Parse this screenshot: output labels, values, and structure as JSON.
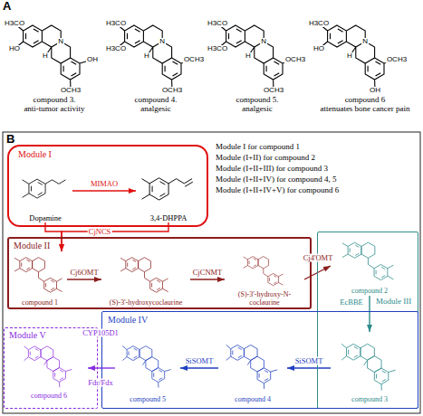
{
  "diagram": {
    "nodes": [
      {
        "text": [
          "compound 3.",
          "anti-tumor activity"
        ]
      },
      {
        "text": [
          "compound 4.",
          "analgesic"
        ]
      },
      {
        "text": [
          "compound 5.",
          "analgesic"
        ]
      },
      {
        "text": [
          "compound 6",
          "attenuates bone cancer pain"
        ]
      },
      {
        "text": [
          "Module I"
        ]
      },
      {
        "text": [
          "Dopamine"
        ],
        "in": 4
      },
      {
        "text": [
          "3,4-DHPPA"
        ],
        "in": 4
      },
      {
        "text": [
          "Module II"
        ]
      },
      {
        "text": [
          "compound 1"
        ],
        "in": 7
      },
      {
        "text": [
          "(S)-3'-hydroxycoclaurine"
        ],
        "in": 7
      },
      {
        "text": [
          "(S)-3'-hydroxy-N-coclaurine"
        ],
        "in": 7
      },
      {
        "text": [
          "Module III"
        ]
      },
      {
        "text": [
          "compound 2"
        ],
        "in": 11
      },
      {
        "text": [
          "compound 3"
        ],
        "in": 11
      },
      {
        "text": [
          "Module IV"
        ]
      },
      {
        "text": [
          "compound 4"
        ],
        "in": 14
      },
      {
        "text": [
          "compound 5"
        ],
        "in": 14
      },
      {
        "text": [
          "Module V"
        ]
      },
      {
        "text": [
          "compound 6"
        ],
        "in": 17
      }
    ],
    "edges": [
      {
        "from": 5,
        "to": 6,
        "arrow": "to",
        "label": "MIMAO"
      },
      {
        "from": 5,
        "to": 8,
        "arrow": "to",
        "label": "CjNCS"
      },
      {
        "from": 6,
        "to": 8,
        "arrow": "to"
      },
      {
        "from": 8,
        "to": 9,
        "arrow": "to",
        "label": "Cj6OMT"
      },
      {
        "from": 9,
        "to": 10,
        "arrow": "to",
        "label": "CjCNMT"
      },
      {
        "from": 10,
        "to": 12,
        "arrow": "to",
        "label": "Cj4'OMT"
      },
      {
        "from": 12,
        "to": 13,
        "arrow": "to",
        "label": "EcBBE"
      },
      {
        "from": 13,
        "to": 15,
        "arrow": "to",
        "label": "SiSOMT"
      },
      {
        "from": 15,
        "to": 16,
        "arrow": "to",
        "label": "SiSOMT"
      },
      {
        "from": 16,
        "to": 18,
        "arrow": "to",
        "label": "CYP105D1"
      }
    ],
    "labels": [
      "A",
      "H3CO",
      "HO",
      "N",
      "H",
      "OH",
      "OCH3",
      "H3CO",
      "H3CO",
      "N",
      "H",
      "OCH3",
      "OCH3",
      "H3CO",
      "H3CO",
      "N",
      "H",
      "OCH3",
      "OCH3",
      "H3CO",
      "HO",
      "N",
      "H",
      "OCH3",
      "OH",
      "B",
      "Module I for compound 1",
      "Module (I+II) for compound 2",
      "Module (I+II+III) for compound 3",
      "Module (I+II+IV) for compound 4, 5",
      "Module (I+II+IV+V) for compound 6",
      "Fdr/Fdx"
    ]
  }
}
